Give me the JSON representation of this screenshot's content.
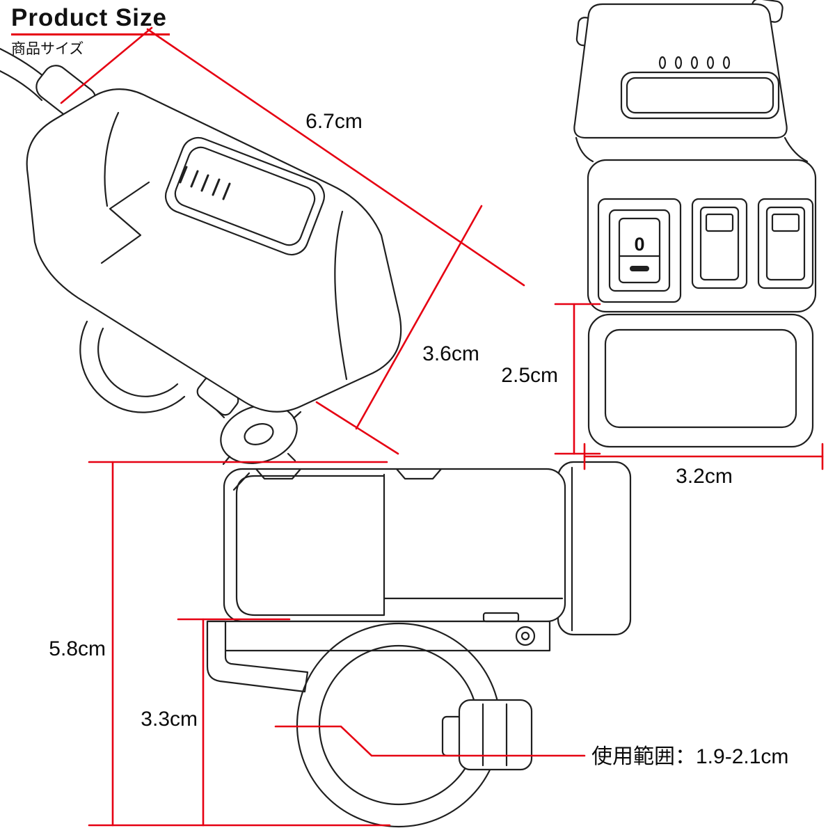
{
  "header": {
    "title": "Product Size",
    "subtitle": "商品サイズ"
  },
  "colors": {
    "accent": "#e60012",
    "line": "#1f1f1f",
    "background": "#ffffff"
  },
  "views": {
    "perspective": {
      "dim_length": "6.7cm",
      "dim_depth": "3.6cm"
    },
    "front": {
      "dim_bracket_height": "2.5cm",
      "dim_width": "3.2cm",
      "switch_mark_off": "0"
    },
    "side": {
      "dim_total_height": "5.8cm",
      "dim_clamp_height": "3.3cm",
      "usage_range": "使用範囲：1.9-2.1cm"
    }
  }
}
